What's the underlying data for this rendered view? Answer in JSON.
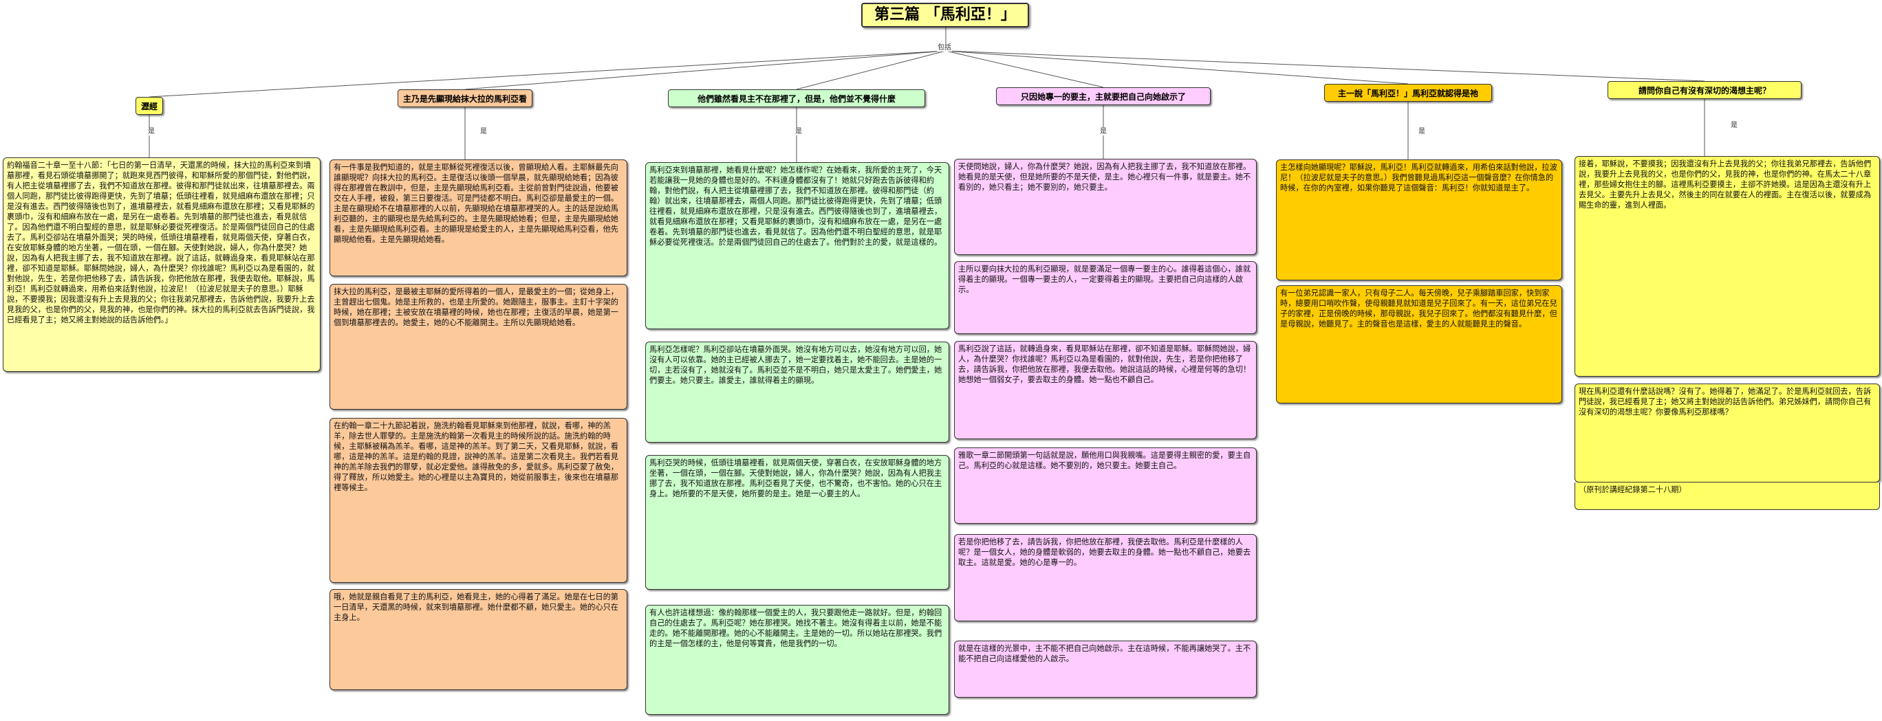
{
  "root": {
    "title": "第三篇  「馬利亞！」"
  },
  "link_labels": {
    "includes": "包括",
    "is": "是"
  },
  "branches": [
    {
      "key": "b1",
      "header": "瀝經",
      "color": "#ffff66",
      "notes": [
        "約翰福音二十章一至十八節：「七日的第一日清早，天還黑的時候，抹大拉的馬利亞來到墳墓那裡，看見石頭從墳墓挪開了；就跑來見西門彼得，和耶穌所愛的那個門徒，對他們說，有人把主從墳墓裡挪了去，我們不知道放在那裡。彼得和那門徒就出來，往墳墓那裡去。兩個人同跑，那門徒比彼得跑得更快，先到了墳墓；低頭往裡看，就見細麻布還放在那裡；只是沒有進去。西門彼得隨後也到了，進墳墓裡去，就看見細麻布還放在那裡；又看見耶穌的裹頭巾，沒有和細麻布放在一處，是另在一處卷着。先到墳墓的那門徒也進去，看見就信了。因為他們還不明白聖經的意思，就是耶穌必要從死裡復活。於是兩個門徒回自己的住處去了。馬利亞卻站在墳墓外面哭；哭的時候，低頭往墳墓裡看，就見兩個天使，穿著白衣，在安放耶穌身體的地方坐著，一個在頭，一個在腳。天使對她說，婦人，你為什麼哭？她說，因為有人把我主挪了去，我不知道放在那裡。說了這話，就轉過身來，看見耶穌站在那裡，卻不知道是耶穌。耶穌問她說，婦人，為什麼哭？你找誰呢？馬利亞以為是看園的，就對他說，先生，若是你把他移了去，請告訴我，你把他放在那裡，我便去取他。耶穌說，馬利亞！馬利亞就轉過來，用希伯來話對他說，拉波尼！（拉波尼就是夫子的意思。）耶穌說，不要摸我；因我還沒有升上去見我的父；你往我弟兄那裡去，告訴他們說，我要升上去見我的父，也是你們的父，見我的神，也是你們的神。抹大拉的馬利亞就去告訴門徒說，我已經看見了主；她又將主對她說的話告訴他們。」"
      ]
    },
    {
      "key": "b2",
      "header": "主乃是先顯現給抹大拉的馬利亞看",
      "color": "#fcc99b",
      "notes": [
        "有一件事是我們知道的，就是主耶穌從死裡復活以後，曾顯現給人看。主耶穌最先向誰顯現呢？向抹大拉的馬利亞。主是復活以後頭一個早晨，就先顯現給她看；因為彼得在那裡曾在教訓中，但是，主是先顯現給馬利亞看。主從前曾對門徒說過，他要被交在人手裡，被殺，第三日要復活。可是門徒都不明白。馬利亞卻是最愛主的一個。主是在顯現給不在墳墓那裡的人以前，先顯現給在墳墓那裡哭的人。主的話是說給馬利亞聽的，主的顯現也是先給馬利亞的。主是先顯現給她看；但是，主是先顯現給她看，主是先顯現給馬利亞看。主的顯現是給愛主的人，主是先顯現給馬利亞看，他先顯現給他看。主是先顯現給她看。",
        "抹大拉的馬利亞，是最被主耶穌的愛所得着的一個人，是最愛主的一個；從她身上，主曾趕出七個鬼。她是主所救的，也是主所愛的。她跟隨主，服事主。主釘十字架的時候，她在那裡；主被安放在墳墓裡的時候，她也在那裡；主復活的早晨，她是第一個到墳墓那裡去的。她愛主，她的心不能離開主。主所以先顯現給她看。",
        "在約翰一章二十九節記着說，施洗約翰看見耶穌來到他那裡，就說，看哪，神的羔羊，除去世人罪孽的。主是施洗約翰第一次看見主的時候所說的話。施洗約翰的時候，主耶穌被稱為羔羊。看哪，這是神的羔羊。到了第二天，又看見耶穌，就說，看哪，這是神的羔羊。這是約翰的見證，說神的羔羊。這是第二次看見主。我們若看見神的羔羊除去我們的罪孽，就必定愛他。誰得赦免的多，愛就多。馬利亞蒙了赦免，得了釋放，所以她愛主。她的心裡是以主為寶貝的，她從前服事主，後來也在墳墓那裡等候主。",
        "哦，她就是親自看見了主的馬利亞，她看見主，她的心得着了滿足。她是在七日的第一日清早，天還黑的時候，就來到墳墓那裡。她什麼都不顧，她只愛主。她的心只在主身上。"
      ]
    },
    {
      "key": "b3",
      "header": "他們雖然看見主不在那裡了，但是，他們並不覺得什麼",
      "color": "#ccffcc",
      "notes": [
        "馬利亞來到墳墓那裡，她看見什麼呢？她怎樣作呢？在她看來，我所愛的主死了，今天若能讓我一見她的身體也是好的。不料連身體都沒有了！她就只好跑去告訴彼得和約翰，對他們說，有人把主從墳墓裡挪了去，我們不知道放在那裡。彼得和那門徒（約翰）就出來，往墳墓那裡去，兩個人同跑。那門徒比彼得跑得更快，先到了墳墓；低頭往裡看，就見細麻布還放在那裡，只是沒有進去。西門彼得隨後也到了，進墳墓裡去，就看見細麻布還放在那裡；又看見耶穌的裹頭巾，沒有和細麻布放在一處，是另在一處卷着。先到墳墓的那門徒也進去，看見就信了。因為他們還不明白聖經的意思，就是耶穌必要從死裡復活。於是兩個門徒回自己的住處去了。他們對於主的愛，就是這樣的。",
        "馬利亞怎樣呢？馬利亞卻站在墳墓外面哭。她沒有地方可以去，她沒有地方可以回，她沒有人可以依靠。她的主已經被人挪去了，她一定要找着主，她不能回去。主是她的一切，主若沒有了，她就沒有了。馬利亞並不是不明白，她只是太愛主了。她們愛主，她們要主。她只要主。誰愛主，誰就得着主的顯現。",
        "馬利亞哭的時候，低頭往墳墓裡看，就見兩個天使，穿著白衣，在安放耶穌身體的地方坐著，一個在頭，一個在腳。天使對她說，婦人，你為什麼哭？她說，因為有人把我主挪了去，我不知道放在那裡。馬利亞看見了天使，也不驚奇，也不害怕。她的心只在主身上。她所要的不是天使，她所要的是主。她是一心要主的人。",
        "有人也許這樣想過：像約翰那樣一個愛主的人，我只要跟他走一路就好。但是，約翰回自己的住處去了。馬利亞呢？她在那裡哭。她找不著主。她沒有得着主以前，她是不能走的。她不能離開那裡。她的心不能離開主。主是她的一切。所以她站在那裡哭。我們的主是一個怎樣的主，他是何等寶貴，他是我們的一切。"
      ]
    },
    {
      "key": "b4",
      "header": "只因她專一的要主，主就要把自己向她啟示了",
      "color": "#ffccff",
      "notes": [
        "天使問她說，婦人，你為什麼哭？她說，因為有人把我主挪了去，我不知道放在那裡。她看見的是天使，但是她所要的不是天使，是主。她心裡只有一件事，就是要主。她不看別的，她只看主；她不要別的，她只要主。",
        "主所以要向抹大拉的馬利亞顯現，就是要滿足一個專一要主的心。誰得着這個心，誰就得着主的顯現。一個專一要主的人，一定要得着主的顯現。主要把自己向這樣的人啟示。",
        "馬利亞說了這話，就轉過身來，看見耶穌站在那裡，卻不知道是耶穌。耶穌問她說，婦人，為什麼哭？你找誰呢？馬利亞以為是看園的，就對他說，先生，若是你把他移了去，請告訴我，你把他放在那裡，我便去取他。她說這話的時候，心裡是何等的急切！她想她一個弱女子，要去取主的身體。她一點也不顧自己。",
        "雅歌一章二節開頭第一句話就是說，願他用口與我親嘴。這是要得主親密的愛，要主自己。馬利亞的心就是這樣。她不要別的，她只要主。她要主自己。",
        "若是你把他移了去，請告訴我，你把他放在那裡，我便去取他。馬利亞是什麼樣的人呢？是一個女人，她的身體是軟弱的，她要去取主的身體。她一點也不顧自己，她要去取主。這就是愛。她的心是專一的。",
        "就是在這樣的光景中，主不能不把自己向她啟示。主在這時候，不能再讓她哭了。主不能不把自己向這樣愛他的人啟示。"
      ]
    },
    {
      "key": "b5",
      "header": "主一說「馬利亞！」馬利亞就認得是祂",
      "color": "#ffcc00",
      "notes": [
        "主怎樣向她顯現呢？耶穌說，馬利亞！馬利亞就轉過來，用希伯來話對他說，拉波尼！（拉波尼就是夫子的意思。）我們曾聽見過馬利亞這一個聲音麼？在你情急的時候，在你的內室裡，如果你聽見了這個聲音：馬利亞！你就知道是主了。",
        "有一位弟兄認識一家人，只有母子二人。每天傍晚，兒子乘腳踏車回家，快到家時，總要用口哨吹作聲，使母親聽見就知道是兒子回來了。有一天，這位弟兄在兒子的家裡，正是傍晚的時候，那母親說，我兒子回來了。他們都沒有聽見什麼，但是母親說，她聽見了。主的聲音也是這樣，愛主的人就能聽見主的聲音。"
      ]
    },
    {
      "key": "b6",
      "header": "請問你自己有沒有深切的渴想主呢？",
      "color": "#ffff66",
      "notes": [
        "接着，耶穌說，不要摸我；因我還沒有升上去見我的父；你往我弟兄那裡去，告訴他們說，我要升上去見我的父，也是你們的父，見我的神，也是你們的神。在馬太二十八章裡，那些婦女抱住主的腳。這裡馬利亞要摸主，主卻不許她摸。這是因為主還沒有升上去見父。主要先升上去見父，然後主的同在就要在人的裡面。主在復活以後，就要成為賜生命的靈，進到人裡面。",
        "現在馬利亞還有什麼話說嗎？沒有了。她得着了，她滿足了。於是馬利亞就回去，告訴門徒說，我已經看見了主；她又將主對她說的話告訴他們。弟兄姊妹們，請問你自己有沒有深切的渴想主呢？你要像馬利亞那樣嗎？",
        "（原刊於講經紀錄第二十八期）"
      ]
    }
  ]
}
